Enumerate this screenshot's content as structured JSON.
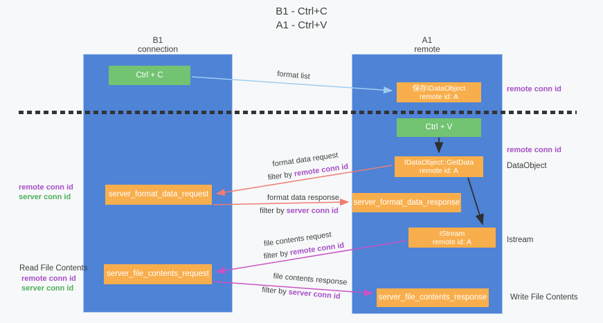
{
  "title": {
    "line1": "B1 - Ctrl+C",
    "line2": "A1 - Ctrl+V"
  },
  "lanes": {
    "b1": {
      "name": "B1",
      "subtitle": "connection"
    },
    "a1": {
      "name": "A1",
      "subtitle": "remote"
    }
  },
  "nodes": {
    "ctrl_c": {
      "label": "Ctrl + C"
    },
    "ctrl_v": {
      "label": "Ctrl + V"
    },
    "save_dataobject": {
      "line1": "保存IDataObject",
      "line2": "remote id: A"
    },
    "getdata": {
      "line1": "IDataObject::GetData",
      "line2": "remote id: A"
    },
    "istream": {
      "line1": "IStream",
      "line2": "remote id: A"
    },
    "format_request": {
      "label": "server_format_data_request"
    },
    "format_response": {
      "label": "server_format_data_response"
    },
    "file_request": {
      "label": "server_file_contents_request"
    },
    "file_response": {
      "label": "server_file_contents_response"
    }
  },
  "arrow_labels": {
    "format_list": "format list",
    "format_data_request": "format data request",
    "format_data_response": "format data response",
    "file_contents_request": "file contents request",
    "file_contents_response": "file contents response",
    "filter_by": "filter by"
  },
  "keys": {
    "remote_conn_id": "remote conn id",
    "server_conn_id": "server conn id"
  },
  "side_labels": {
    "dataobject": "DataObject",
    "istream": "Istream",
    "read_file_contents": "Read File Contents",
    "write_file_contents": "Write File Contents"
  },
  "colors": {
    "lane_blue": "#4e83d6",
    "node_orange": "#f8ae4c",
    "node_green": "#72c372",
    "remote_conn_id_text": "#a64fc6",
    "server_conn_id_text": "#4fae5c",
    "arrow_red": "#ee7b74",
    "arrow_magenta": "#ca52c6",
    "arrow_blue": "#9fcdf0",
    "arrow_black": "#2f2f2f"
  }
}
